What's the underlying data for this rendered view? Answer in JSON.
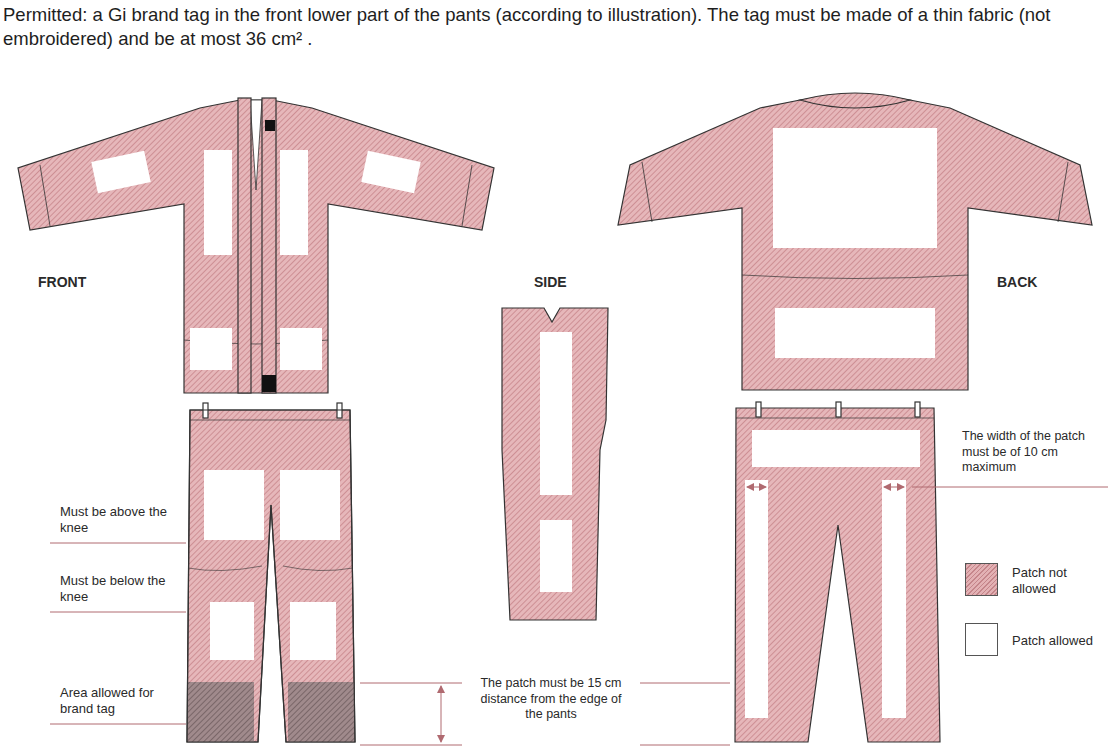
{
  "diagram": {
    "labels": [
      "Permitted: a Gi brand tag in the front lower part of the pants (according to illustration). The tag must be made of a thin fabric (not embroidered) and be at most 36 cm² .",
      "FRONT",
      "SIDE",
      "BACK",
      "The width of the patch must be of 10 cm maximum",
      "Must be above the knee",
      "Must be below the knee",
      "Area allowed for brand tag",
      "The patch must be 15 cm distance from the edge of the pants"
    ],
    "legend": [
      {
        "text": "Patch not allowed",
        "color": "#e3b1b4"
      },
      {
        "text": "Patch allowed",
        "color": "#ffffff"
      }
    ]
  }
}
